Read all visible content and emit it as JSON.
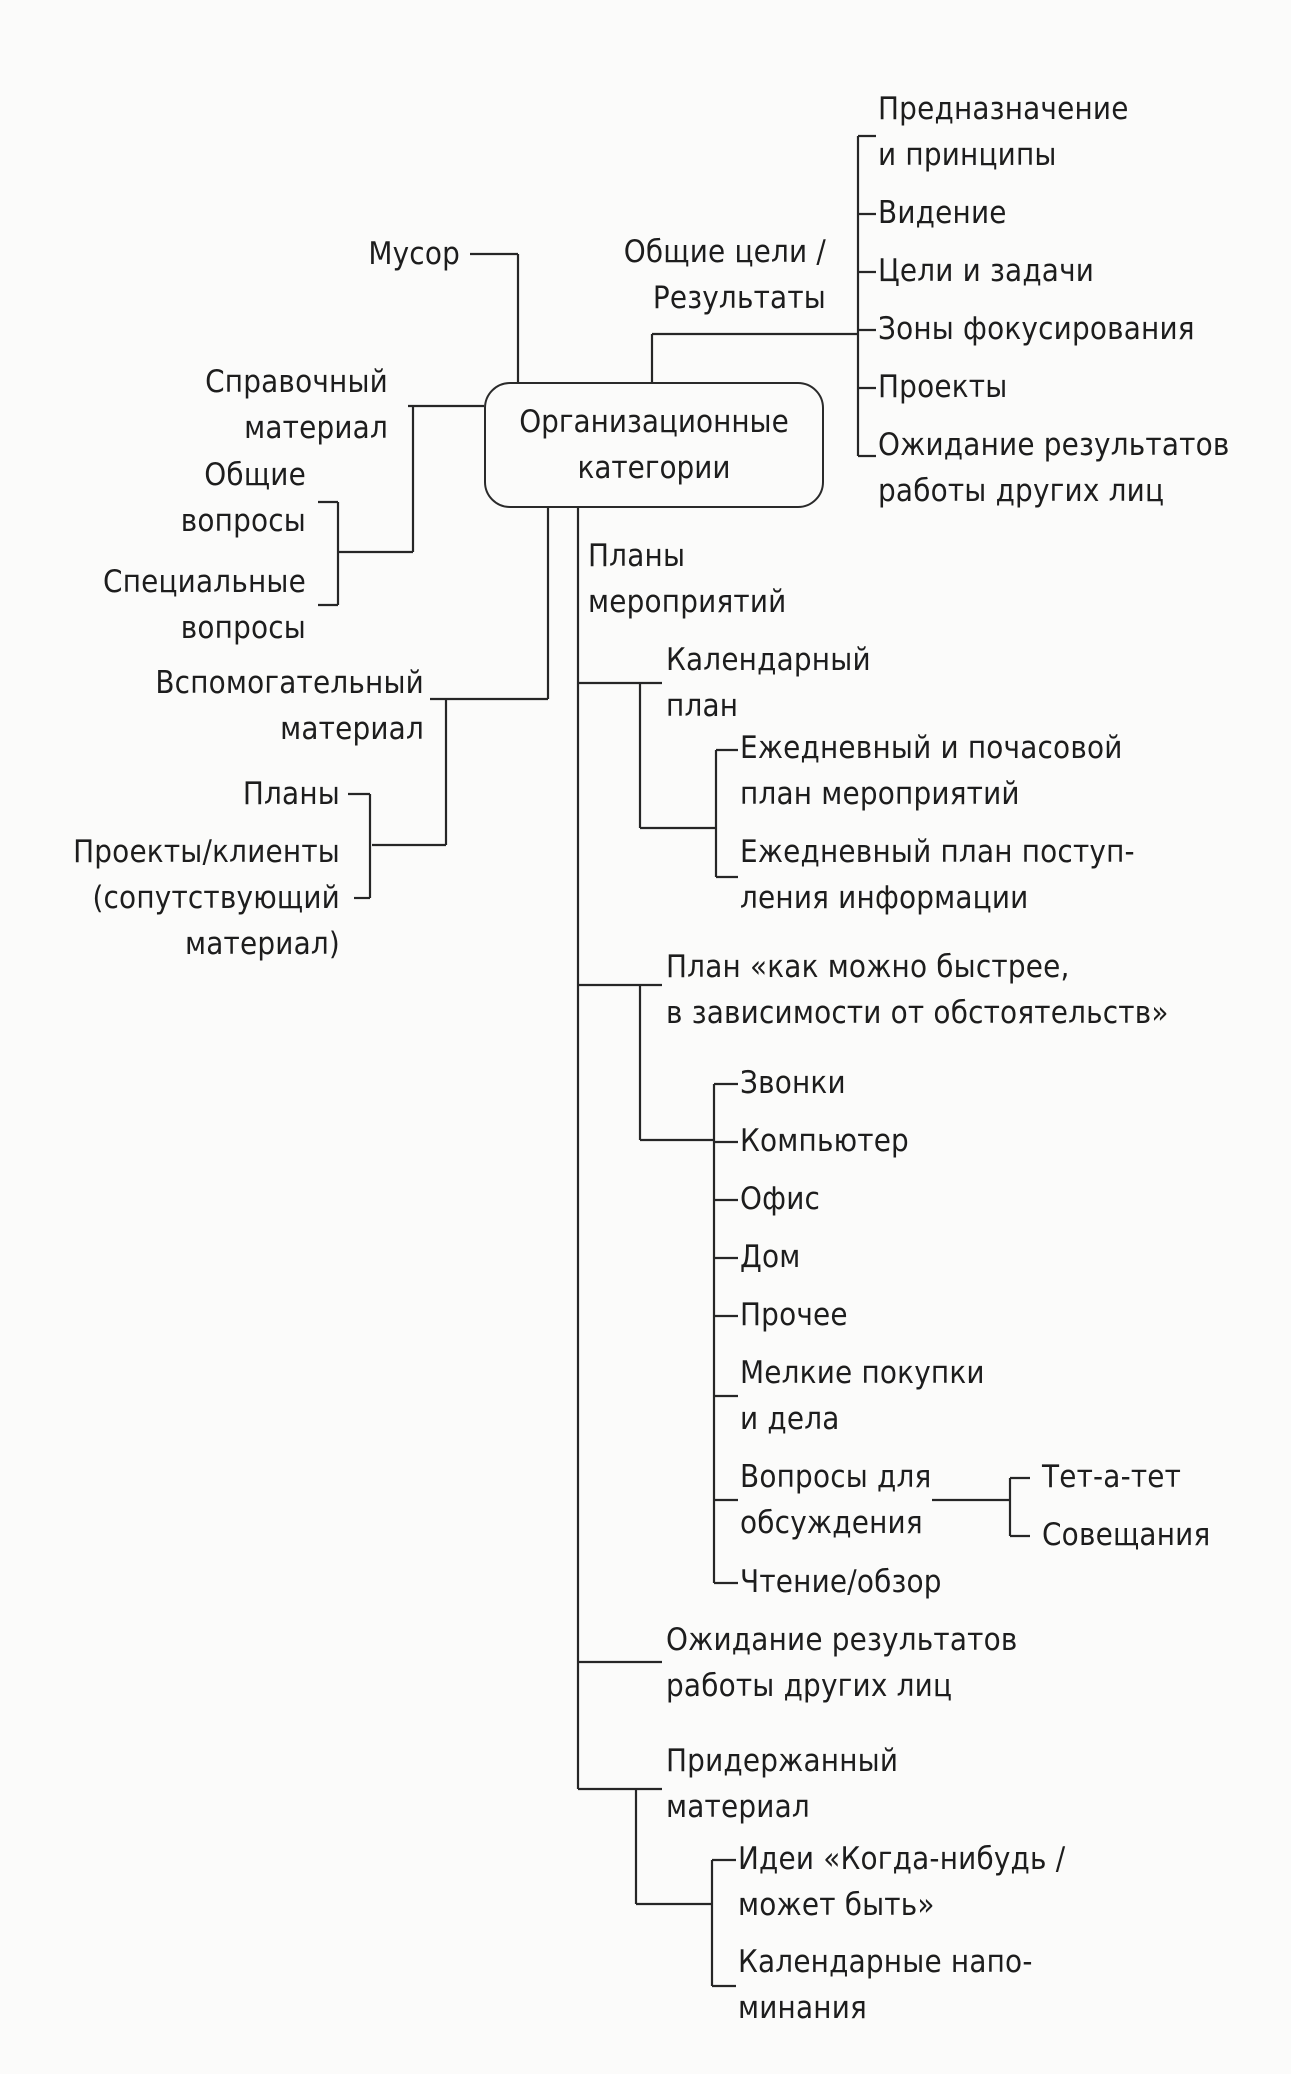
{
  "root": {
    "lines": [
      "Организационные",
      "категории"
    ]
  },
  "left": {
    "trash": "Мусор",
    "reference": {
      "lines": [
        "Справочный",
        "материал"
      ],
      "general": [
        "Общие",
        "вопросы"
      ],
      "specific": [
        "Специальные",
        "вопросы"
      ]
    },
    "support": {
      "lines": [
        "Вспомогательный",
        "материал"
      ],
      "plans": "Планы",
      "projects": [
        "Проекты/клиенты",
        "(сопутствующий",
        "материал)"
      ]
    }
  },
  "goals": {
    "lines": [
      "Общие цели /",
      "Результаты"
    ],
    "items": [
      [
        "Предназначение",
        "и принципы"
      ],
      [
        "Видение"
      ],
      [
        "Цели и задачи"
      ],
      [
        "Зоны фокусирования"
      ],
      [
        "Проекты"
      ],
      [
        "Ожидание результатов",
        "работы других лиц"
      ]
    ]
  },
  "action_plans": {
    "lines": [
      "Планы",
      "мероприятий"
    ],
    "calendar": {
      "lines": [
        "Календарный",
        "план"
      ],
      "items": [
        [
          "Ежедневный и почасовой",
          "план мероприятий"
        ],
        [
          "Ежедневный план поступ-",
          "ления информации"
        ]
      ]
    },
    "asap": {
      "lines": [
        "План «как можно быстрее,",
        "в зависимости от обстоятельств»"
      ],
      "items": [
        [
          "Звонки"
        ],
        [
          "Компьютер"
        ],
        [
          "Офис"
        ],
        [
          "Дом"
        ],
        [
          "Прочее"
        ],
        [
          "Мелкие покупки",
          "и дела"
        ],
        [
          "Вопросы для",
          "обсуждения"
        ],
        [
          "Чтение/обзор"
        ]
      ],
      "discussion": [
        "Тет-а-тет",
        "Совещания"
      ]
    },
    "waiting": {
      "lines": [
        "Ожидание результатов",
        "работы других лиц"
      ]
    },
    "held": {
      "lines": [
        "Придержанный",
        "материал"
      ],
      "items": [
        [
          "Идеи «Когда-нибудь /",
          "может быть»"
        ],
        [
          "Календарные напо-",
          "минания"
        ]
      ]
    }
  }
}
